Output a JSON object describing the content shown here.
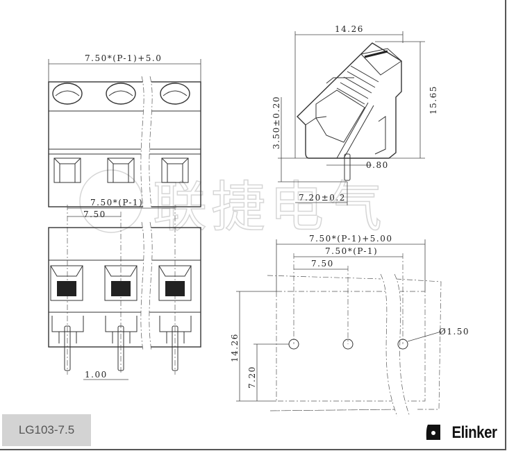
{
  "model_label": "LG103-7.5",
  "brand": "Elinker",
  "watermark": "联捷电气",
  "front_view": {
    "overall_dim": "7.50*(P-1)+5.0"
  },
  "bottom_view": {
    "pitch_total_dim": "7.50*(P-1)",
    "pitch_dim": "7.50",
    "pin_width_dim": "1.00"
  },
  "side_view": {
    "width_dim": "14.26",
    "height_dim": "15.65",
    "pin_length_dim": "3.50±0.20",
    "pin_thickness_dim": "0.80",
    "pin_offset_dim": "7.20±0.2"
  },
  "footprint": {
    "overall_dim": "7.50*(P-1)+5.00",
    "pitch_total_dim": "7.50*(P-1)",
    "pitch_dim": "7.50",
    "depth_dim": "14.26",
    "hole_offset_dim": "7.20",
    "hole_dia_dim": "Ø1.50"
  }
}
